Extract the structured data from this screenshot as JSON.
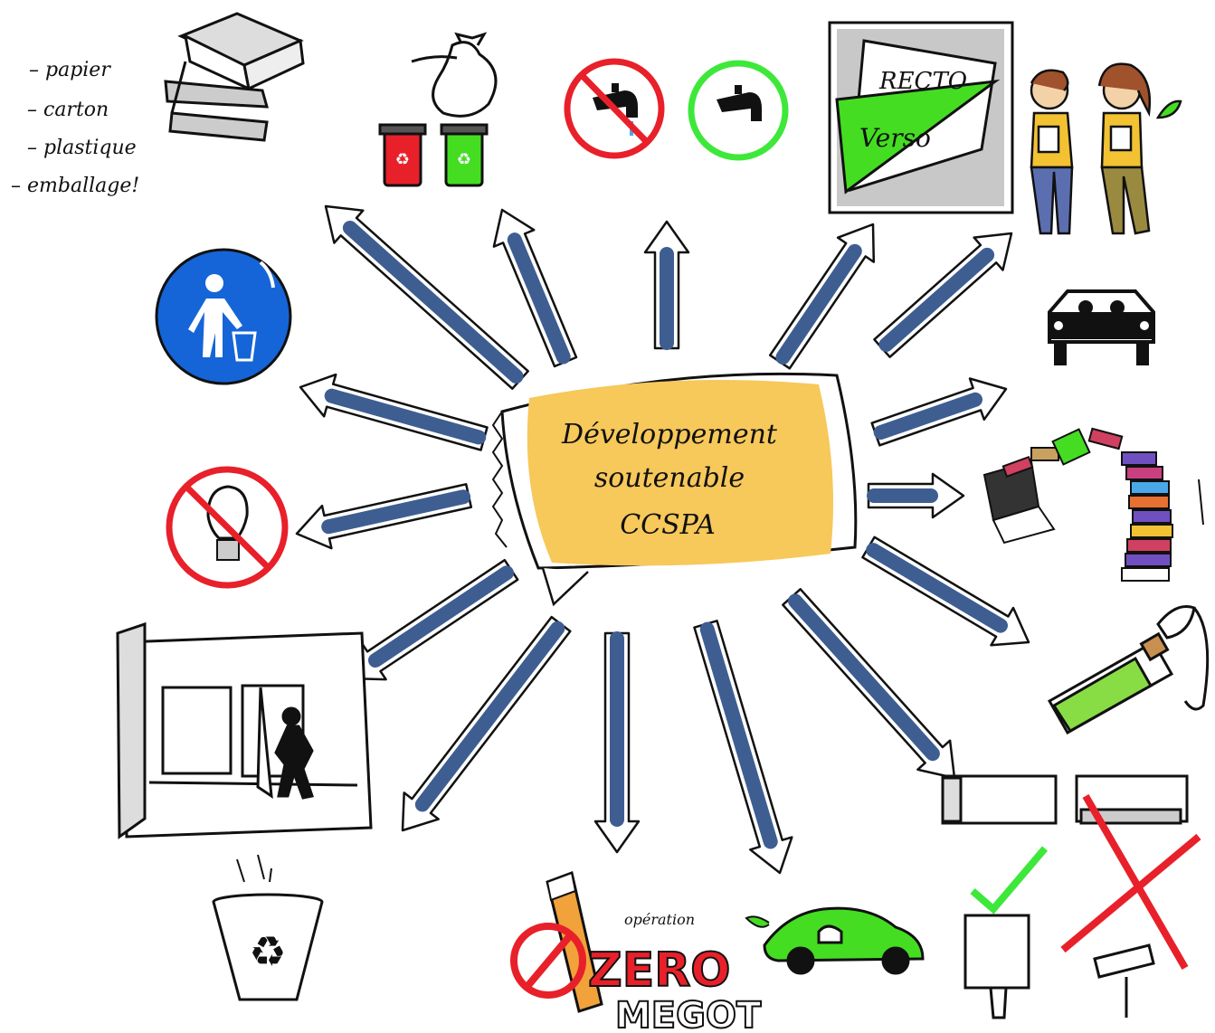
{
  "center": {
    "line1": "Développement",
    "line2": "soutenable",
    "line3": "CCSPA",
    "color": "#F7C85A"
  },
  "packaging_list": {
    "item1": "– papier",
    "item2": "– carton",
    "item3": "– plastique",
    "item4": "– emballage!"
  },
  "print": {
    "recto": "RECTO",
    "verso": "Verso"
  },
  "zero_megot": {
    "operation": "opération",
    "zero": "ZERO",
    "megot": "MEGOT"
  },
  "colors": {
    "arrow_fill": "#3E5E92",
    "forbidden": "#E8202A",
    "allowed": "#3EE83A",
    "sign_blue": "#1565D8",
    "green_fill": "#44DD22"
  },
  "icons": [
    "cardboard-boxes-icon",
    "trash-bag-bins-icon",
    "no-running-tap-icon",
    "tap-allowed-icon",
    "recto-verso-paper-icon",
    "students-icon",
    "litter-bin-sign-icon",
    "carpool-car-icon",
    "no-lightbulb-icon",
    "laptop-books-icon",
    "exit-door-icon",
    "battery-charger-icon",
    "recycle-bin-icon",
    "zero-megot-icon",
    "electric-car-icon",
    "paper-towel-icon",
    "no-paper-towel-icon"
  ]
}
